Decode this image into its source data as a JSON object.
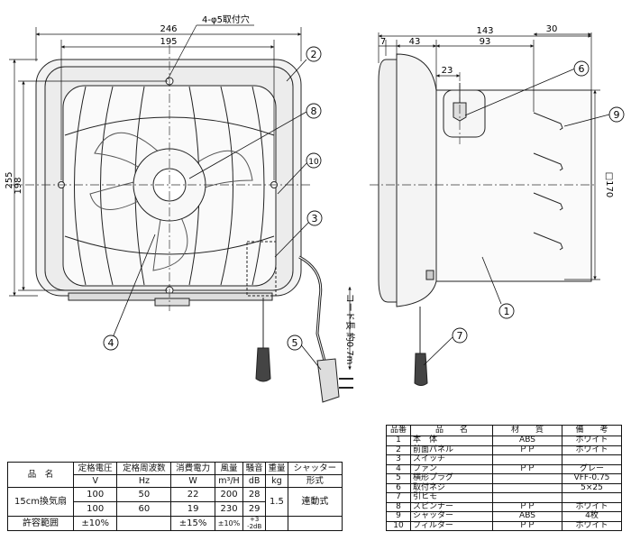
{
  "front_view": {
    "dim_overall_width": "246",
    "dim_mount_pitch_width": "195",
    "dim_overall_height": "255",
    "dim_mount_pitch_height": "198",
    "mount_hole_label": "4-φ5取付穴",
    "cord_length_label": "コード長 約0.7m"
  },
  "side_view": {
    "dim_depth_total": "143",
    "dim_d7": "7",
    "dim_d43": "43",
    "dim_d93": "93",
    "dim_d30": "30",
    "dim_d23": "23",
    "dim_shutter": "□170"
  },
  "balloons": [
    "1",
    "2",
    "3",
    "4",
    "5",
    "6",
    "7",
    "8",
    "9",
    "10"
  ],
  "spec_table": {
    "headers": {
      "name": "品　名",
      "voltage": "定格電圧",
      "voltage_unit": "V",
      "frequency": "定格周波数",
      "frequency_unit": "Hz",
      "power": "消費電力",
      "power_unit": "W",
      "airflow": "風量",
      "airflow_unit": "m³/H",
      "noise": "騒音",
      "noise_unit": "dB",
      "weight": "重量",
      "weight_unit": "kg",
      "shutter": "シャッター",
      "shutter_unit": "形式"
    },
    "product_name": "15cm換気扇",
    "rows": [
      {
        "voltage": "100",
        "frequency": "50",
        "power": "22",
        "airflow": "200",
        "noise": "28"
      },
      {
        "voltage": "100",
        "frequency": "60",
        "power": "19",
        "airflow": "230",
        "noise": "29"
      }
    ],
    "weight": "1.5",
    "shutter_type": "連動式",
    "tolerance": {
      "label": "許容範囲",
      "voltage": "±10%",
      "power": "±15%",
      "airflow": "±10%",
      "noise_plus": "+3",
      "noise_minus": "-2",
      "noise_unit": "dB"
    }
  },
  "parts_table": {
    "headers": {
      "no": "品番",
      "name": "品　　名",
      "material": "材　　質",
      "remarks": "備　　考"
    },
    "rows": [
      {
        "no": "1",
        "name": "本　体",
        "material": "ABS",
        "remarks": "ホワイト"
      },
      {
        "no": "2",
        "name": "前面パネル",
        "material": "ＰＰ",
        "remarks": "ホワイト"
      },
      {
        "no": "3",
        "name": "スイッチ",
        "material": "",
        "remarks": ""
      },
      {
        "no": "4",
        "name": "ファン",
        "material": "ＰＰ",
        "remarks": "グレー"
      },
      {
        "no": "5",
        "name": "横形プラグ",
        "material": "",
        "remarks": "VFF-0.75"
      },
      {
        "no": "6",
        "name": "取付ネジ",
        "material": "",
        "remarks": "5×25"
      },
      {
        "no": "7",
        "name": "引ヒモ",
        "material": "",
        "remarks": ""
      },
      {
        "no": "8",
        "name": "スピンナー",
        "material": "ＰＰ",
        "remarks": "ホワイト"
      },
      {
        "no": "9",
        "name": "シャッター",
        "material": "ABS",
        "remarks": "4枚"
      },
      {
        "no": "10",
        "name": "フィルター",
        "material": "ＰＰ",
        "remarks": "ホワイト"
      }
    ]
  }
}
